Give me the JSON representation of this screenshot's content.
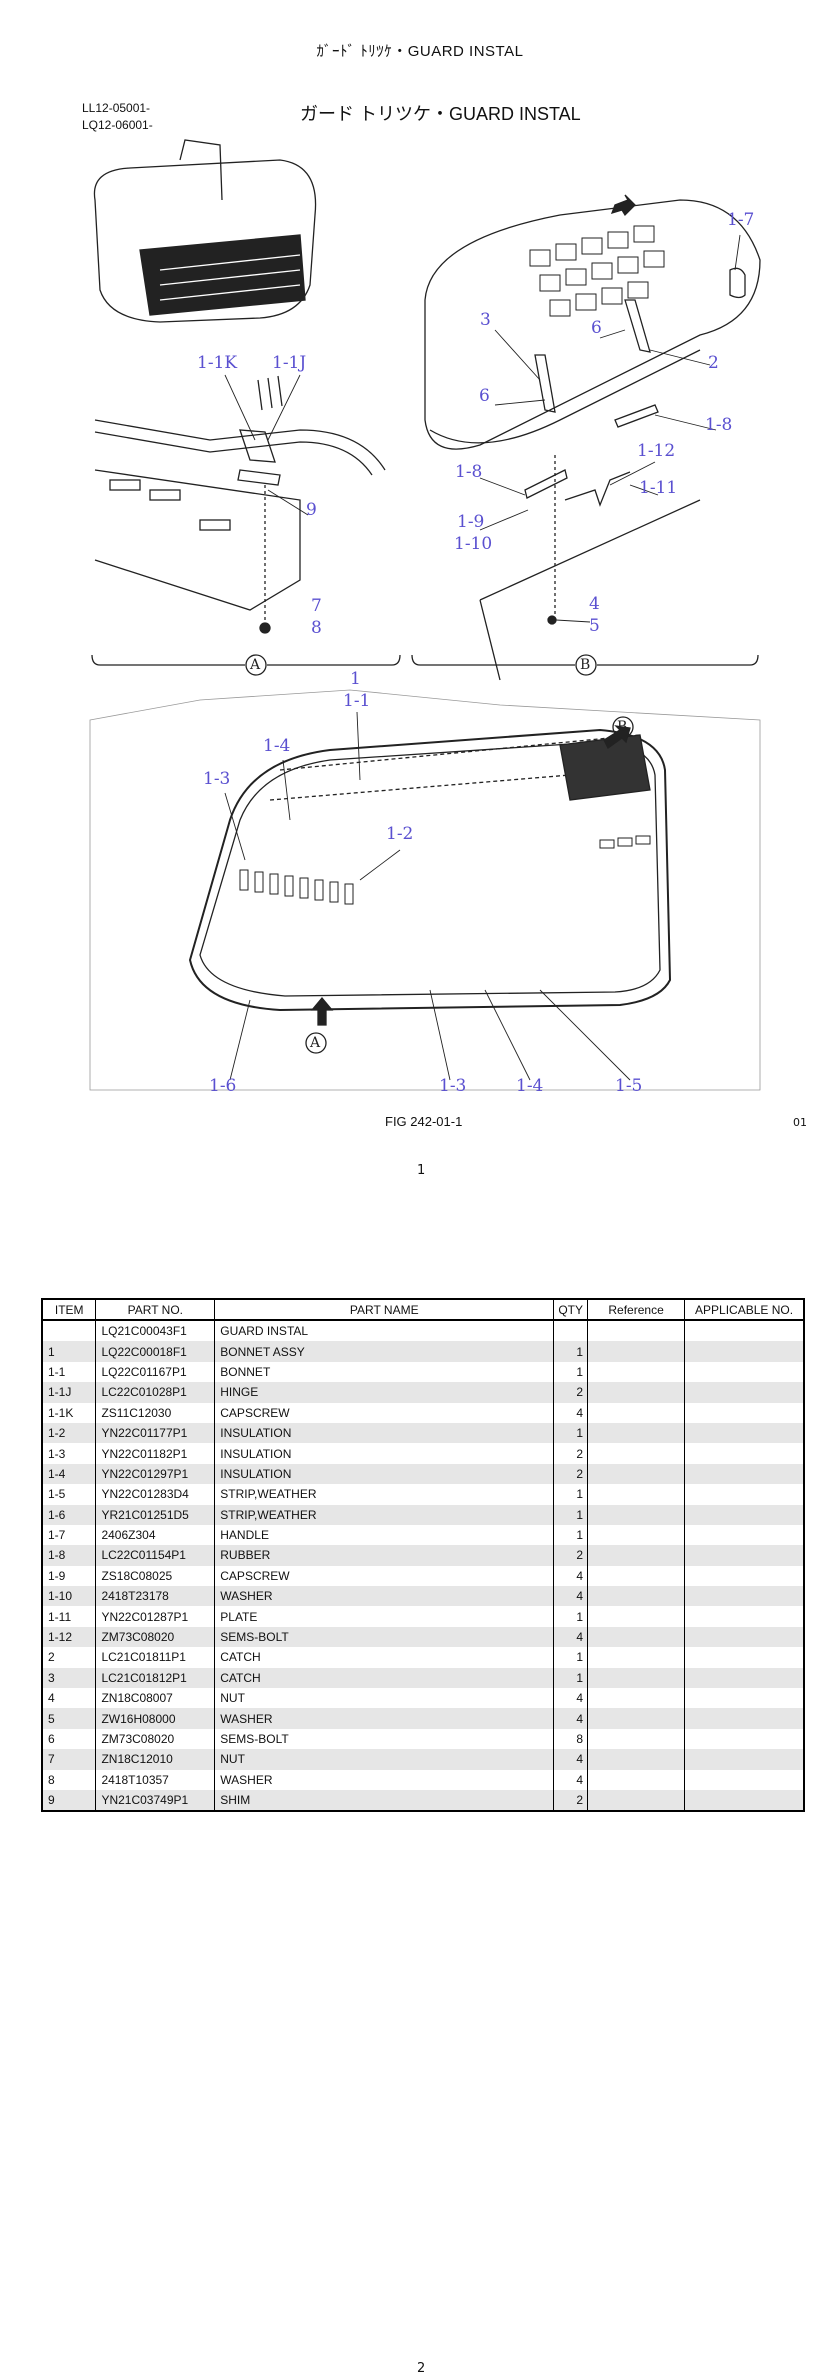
{
  "header": {
    "top_title": "ｶﾞｰﾄﾞ ﾄﾘﾂｹ・GUARD  INSTAL",
    "serial_codes": [
      "LL12-05001-",
      "LQ12-06001-"
    ],
    "figure_title": "ガード トリツケ・GUARD INSTAL"
  },
  "diagram": {
    "view_labels": {
      "a": "A",
      "b": "B"
    },
    "callouts_a": [
      "1-1K",
      "1-1J",
      "9",
      "7",
      "8"
    ],
    "callouts_b": [
      "1-7",
      "3",
      "6",
      "6",
      "2",
      "1-8",
      "1-8",
      "1-12",
      "1-11",
      "1-9",
      "1-10",
      "4",
      "5"
    ],
    "callouts_main": [
      "1",
      "1-1",
      "1-4",
      "1-3",
      "1-2",
      "1-6",
      "1-3",
      "1-4",
      "1-5"
    ],
    "label_color": "#5a50d0"
  },
  "footer": {
    "figure_number": "FIG 242-01-1",
    "figure_suffix": "01",
    "page_top": "1",
    "page_bottom": "2"
  },
  "table": {
    "headers": [
      "ITEM",
      "PART NO.",
      "PART NAME",
      "QTY",
      "Reference",
      "APPLICABLE NO."
    ],
    "rows": [
      [
        "",
        "LQ21C00043F1",
        "GUARD INSTAL",
        ""
      ],
      [
        "1",
        "LQ22C00018F1",
        "BONNET ASSY",
        "1"
      ],
      [
        "1-1",
        "LQ22C01167P1",
        "BONNET",
        "1"
      ],
      [
        "1-1J",
        "LC22C01028P1",
        "HINGE",
        "2"
      ],
      [
        "1-1K",
        "ZS11C12030",
        "CAPSCREW",
        "4"
      ],
      [
        "1-2",
        "YN22C01177P1",
        " INSULATION",
        "1"
      ],
      [
        "1-3",
        "YN22C01182P1",
        " INSULATION",
        "2"
      ],
      [
        "1-4",
        "YN22C01297P1",
        " INSULATION",
        "2"
      ],
      [
        "1-5",
        "YN22C01283D4",
        "STRIP,WEATHER",
        "1"
      ],
      [
        "1-6",
        "YR21C01251D5",
        "STRIP,WEATHER",
        "1"
      ],
      [
        "1-7",
        "2406Z304",
        "HANDLE",
        "1"
      ],
      [
        "1-8",
        "LC22C01154P1",
        "RUBBER",
        "2"
      ],
      [
        "1-9",
        "ZS18C08025",
        "CAPSCREW",
        "4"
      ],
      [
        "1-10",
        "2418T23178",
        "WASHER",
        "4"
      ],
      [
        "1-11",
        "YN22C01287P1",
        "PLATE",
        "1"
      ],
      [
        "1-12",
        "ZM73C08020",
        "SEMS-BOLT",
        "4"
      ],
      [
        "2",
        "LC21C01811P1",
        "CATCH",
        "1"
      ],
      [
        "3",
        "LC21C01812P1",
        "CATCH",
        "1"
      ],
      [
        "4",
        "ZN18C08007",
        "NUT",
        "4"
      ],
      [
        "5",
        "ZW16H08000",
        "WASHER",
        "4"
      ],
      [
        "6",
        "ZM73C08020",
        "SEMS-BOLT",
        "8"
      ],
      [
        "7",
        "ZN18C12010",
        "NUT",
        "4"
      ],
      [
        "8",
        "2418T10357",
        "WASHER",
        "4"
      ],
      [
        "9",
        "YN21C03749P1",
        "SHIM",
        "2"
      ]
    ]
  }
}
